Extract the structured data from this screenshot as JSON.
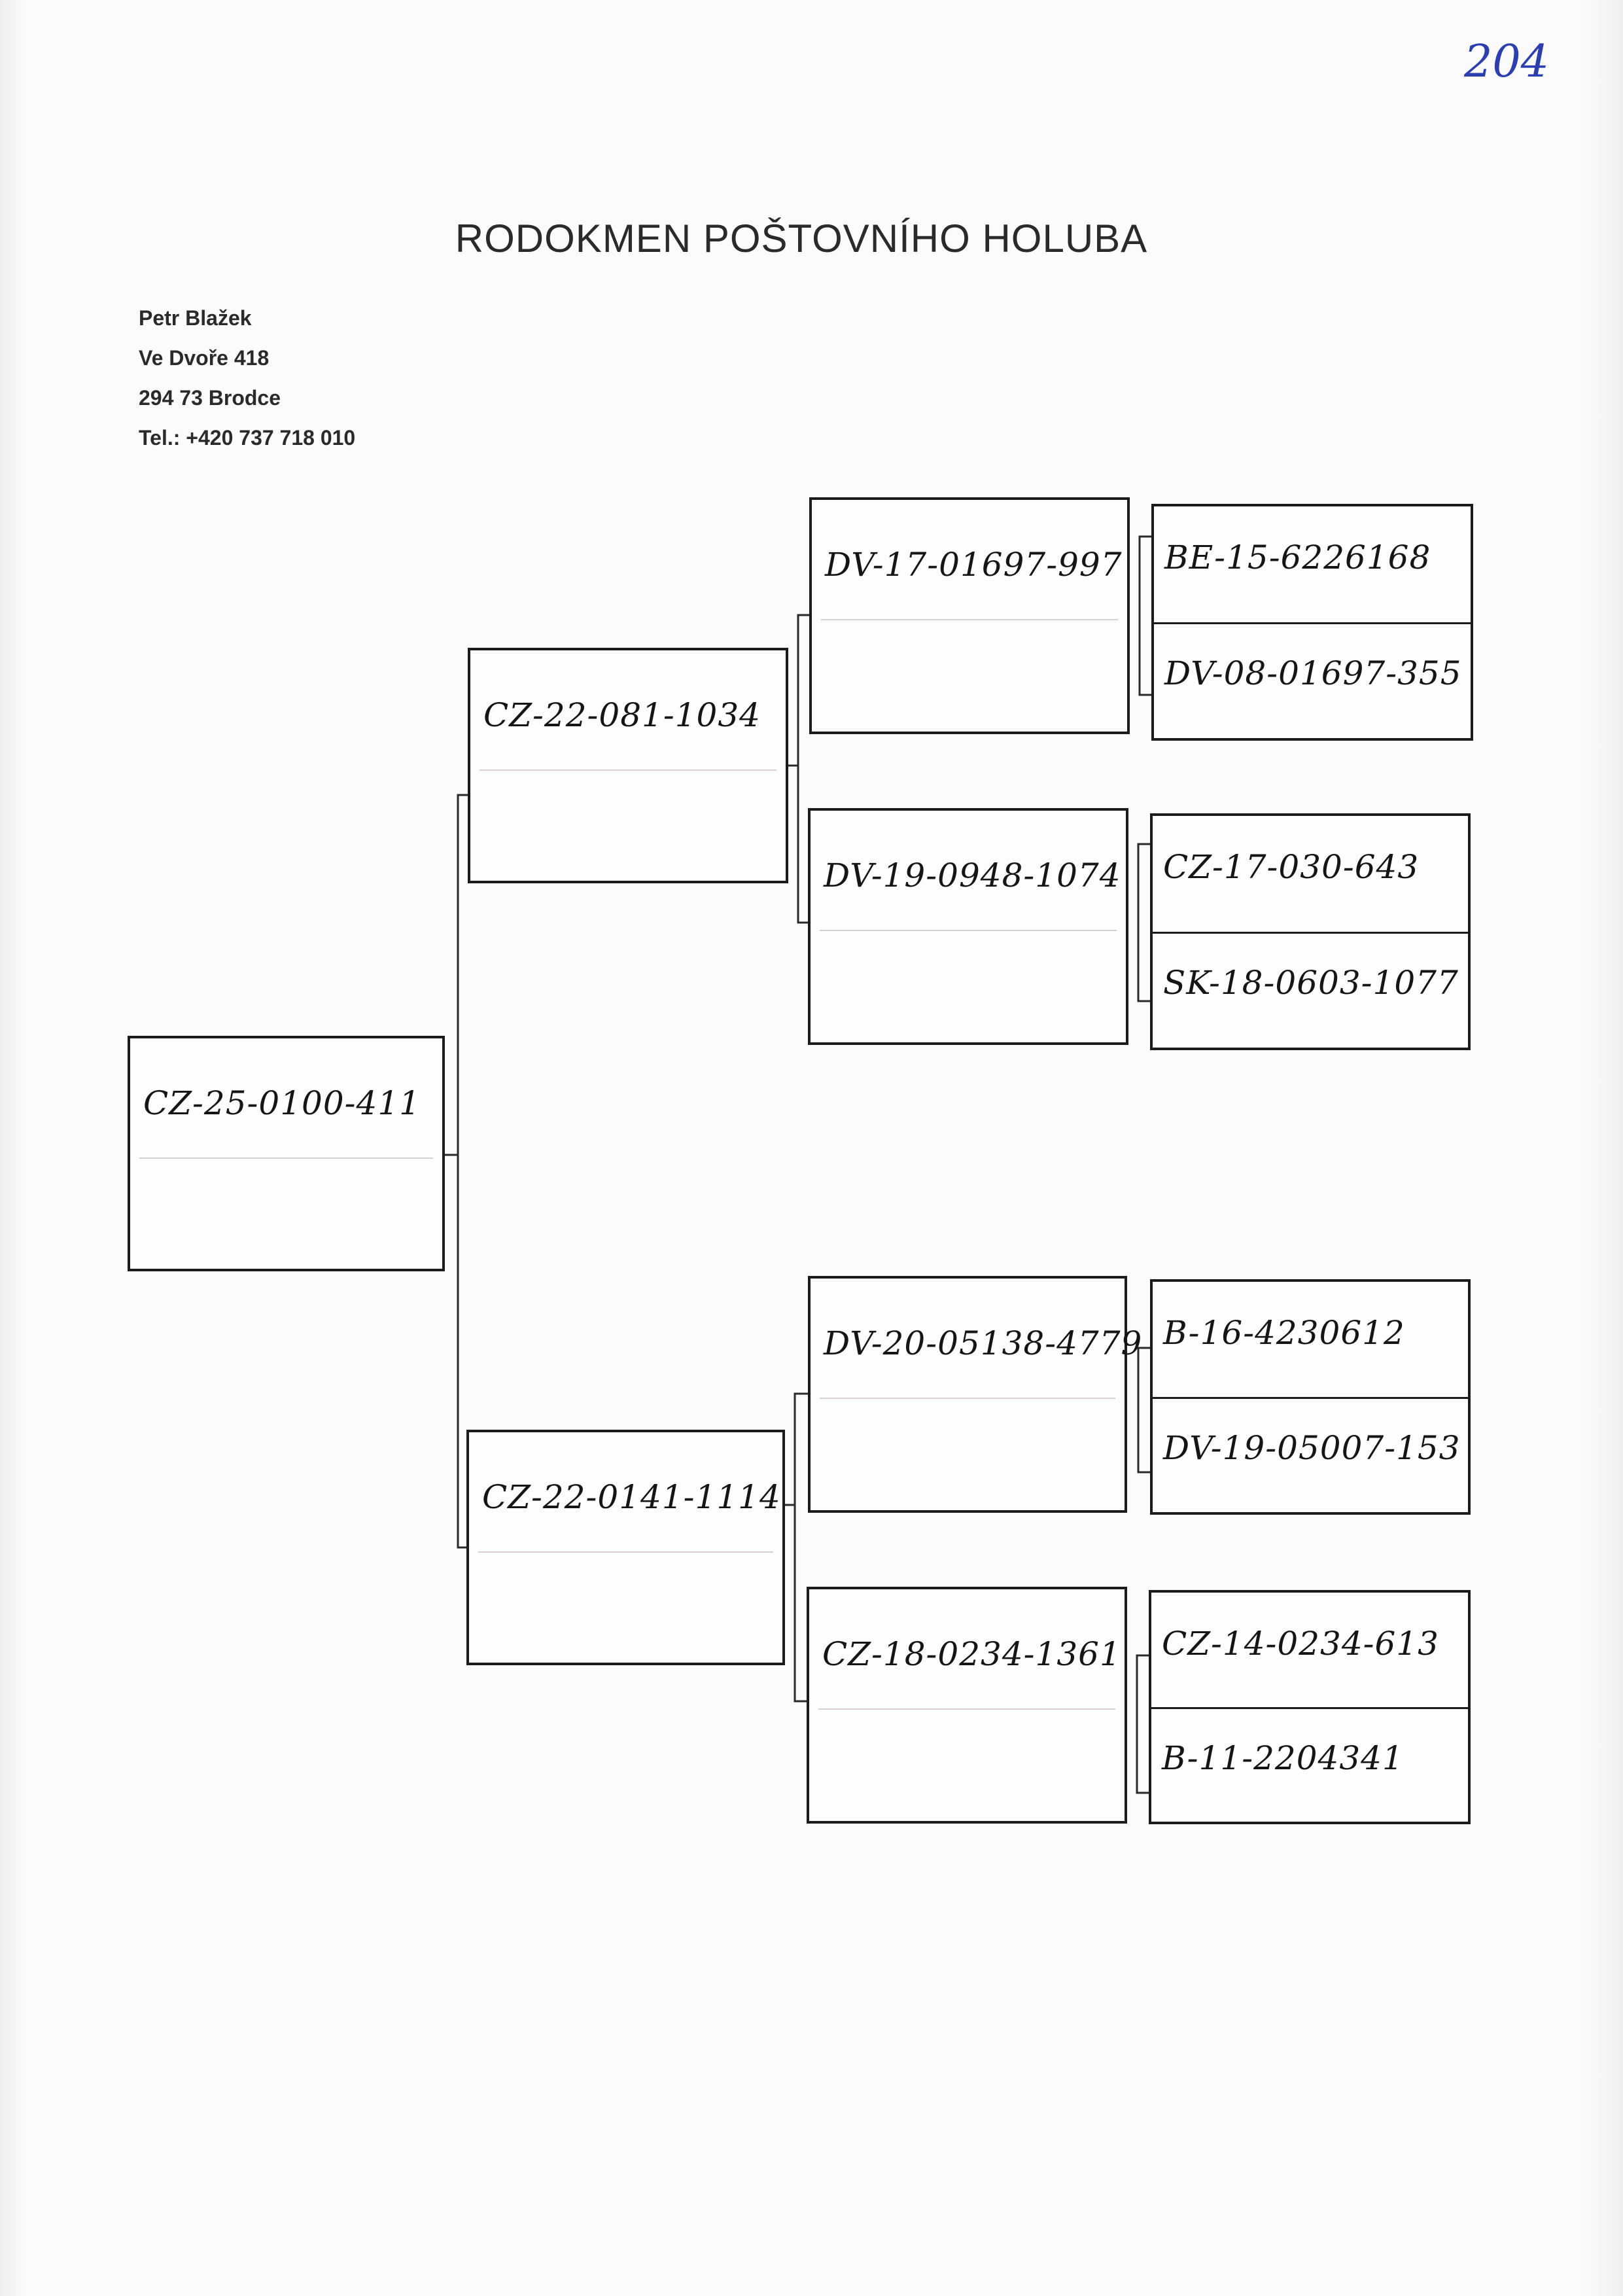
{
  "page_number": "204",
  "title": "RODOKMEN POŠTOVNÍHO HOLUBA",
  "owner": {
    "name": "Petr Blažek",
    "street": "Ve Dvoře 418",
    "city": "294 73 Brodce",
    "phone": "Tel.: +420 737 718 010"
  },
  "pedigree": {
    "subject": "CZ-25-0100-411",
    "father": "CZ-22-081-1034",
    "mother": "CZ-22-0141-1114",
    "father_sire": "DV-17-01697-997",
    "father_dam": "DV-19-0948-1074",
    "mother_sire": "DV-20-05138-4779",
    "mother_dam": "CZ-18-0234-1361",
    "gg_1": "BE-15-6226168",
    "gg_2": "DV-08-01697-355",
    "gg_3": "CZ-17-030-643",
    "gg_4": "SK-18-0603-1077",
    "gg_5": "B-16-4230612",
    "gg_6": "DV-19-05007-153",
    "gg_7": "CZ-14-0234-613",
    "gg_8": "B-11-2204341"
  }
}
